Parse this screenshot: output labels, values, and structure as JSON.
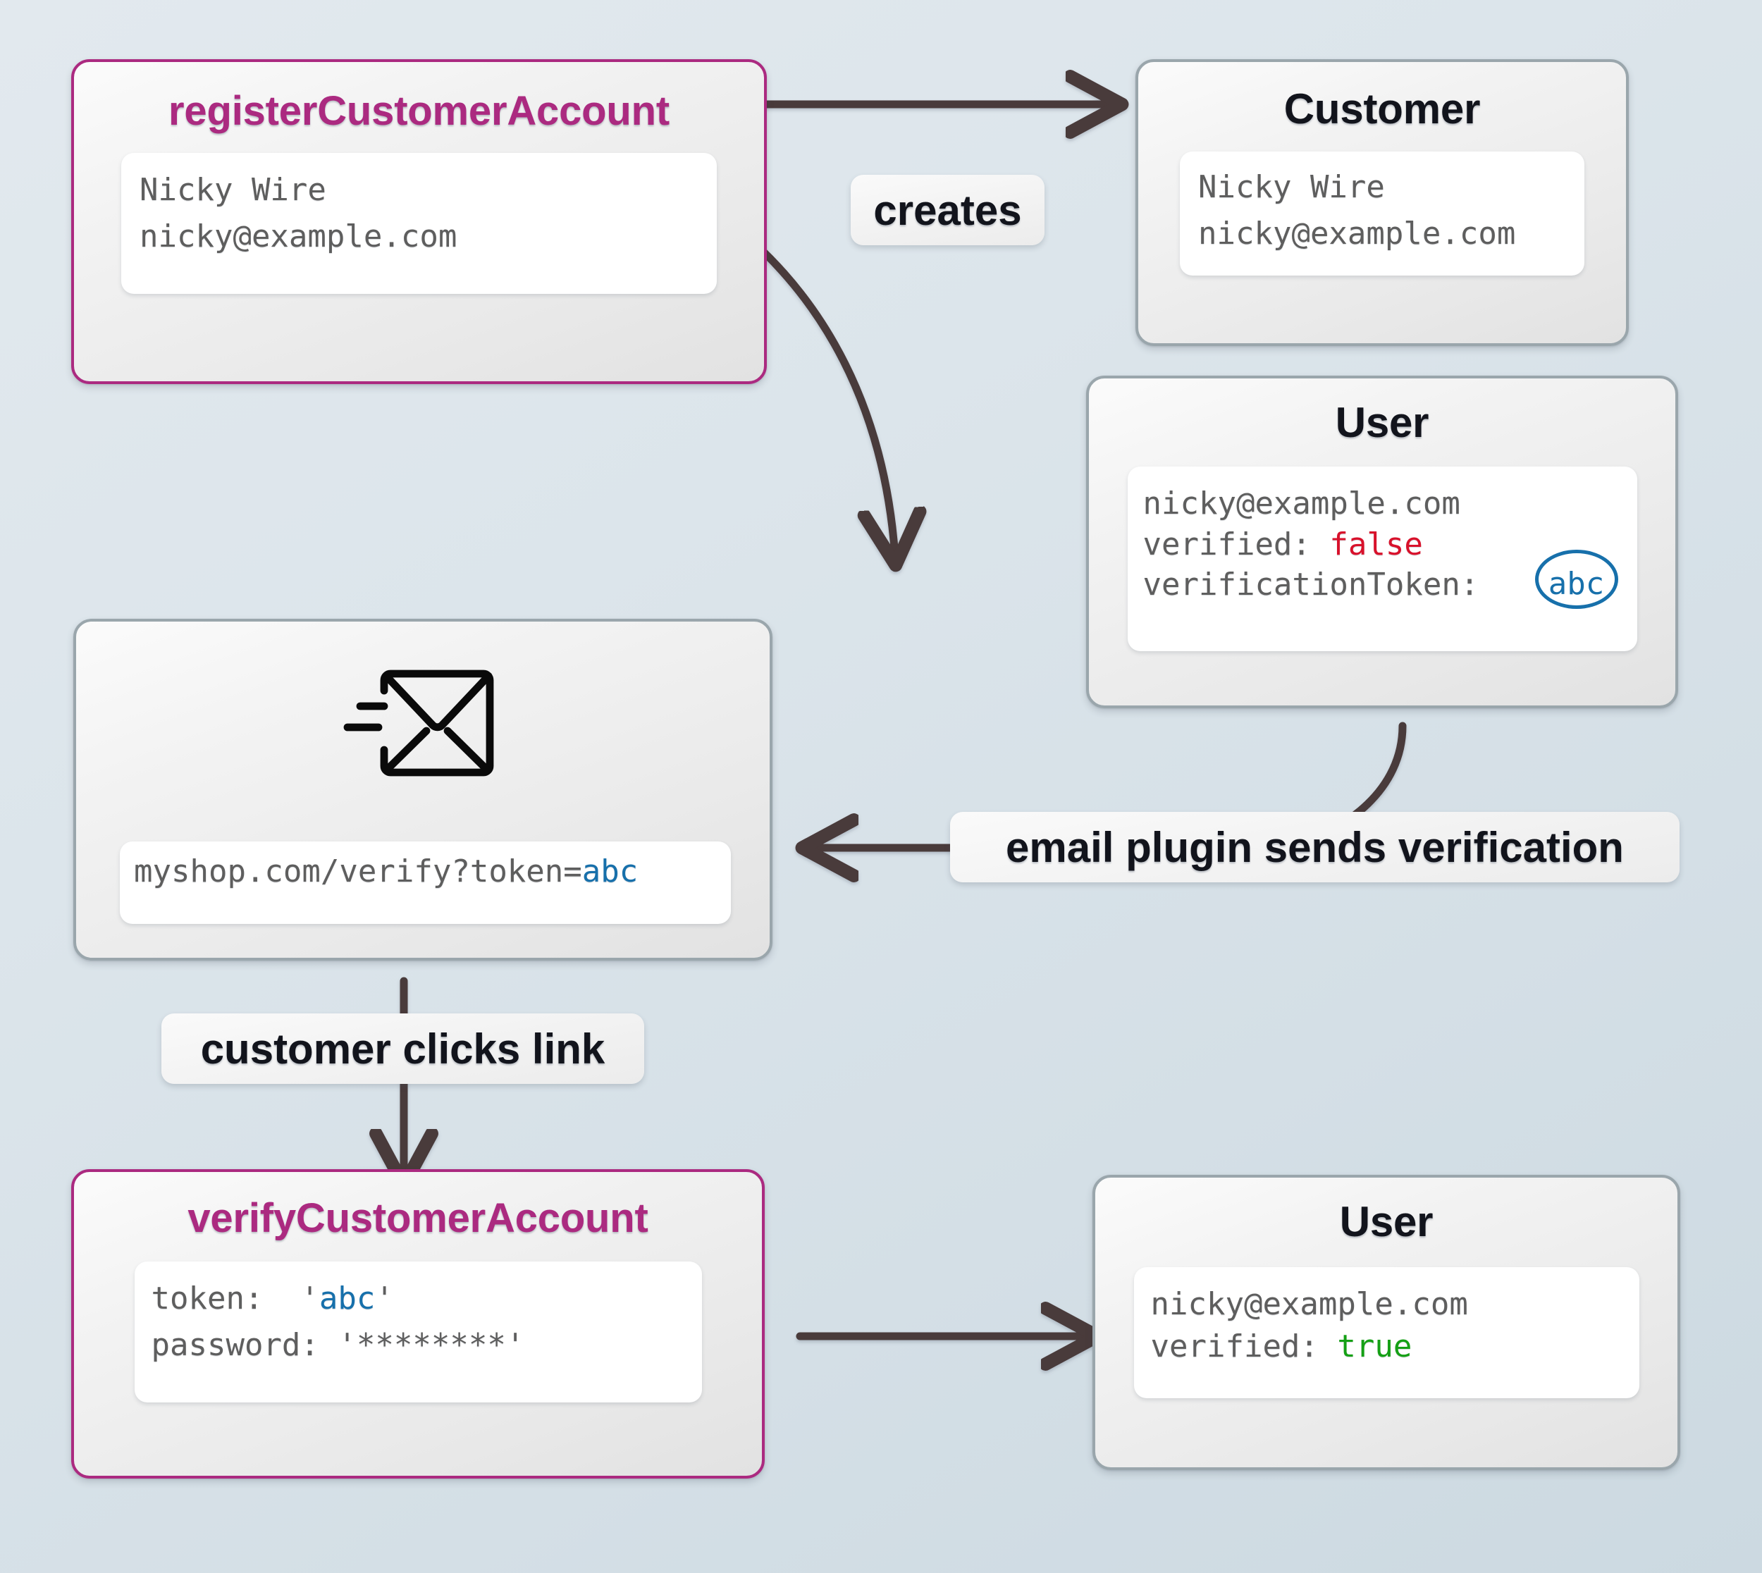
{
  "diagram": {
    "title": "customer account verification flow",
    "colors": {
      "accent_magenta": "#ab2a80",
      "node_border": "#9aa6ac",
      "edge": "#4a3a3a",
      "token_blue": "#1770ab",
      "false_red": "#d8112b",
      "true_green": "#15a015",
      "background_top": "#e2e9ee",
      "background_bottom": "#ccd9e1"
    }
  },
  "nodes": {
    "register": {
      "title": "registerCustomerAccount",
      "fields": [
        "Nicky Wire",
        "nicky@example.com"
      ]
    },
    "customer": {
      "title": "Customer",
      "fields": [
        "Nicky Wire",
        "nicky@example.com"
      ]
    },
    "user_unverified": {
      "title": "User",
      "line_email": "nicky@example.com",
      "line_verified_key": "verified: ",
      "line_verified_value": "false",
      "line_token_key": "verificationToken:",
      "line_token_value": "abc"
    },
    "email": {
      "icon": "send-mail-icon",
      "link_prefix": "myshop.com/verify?token=",
      "link_token": "abc"
    },
    "verify": {
      "title": "verifyCustomerAccount",
      "line_token_key": "token:  '",
      "line_token_value": "abc",
      "line_token_suffix": "'",
      "line_password": "password: '********'"
    },
    "user_verified": {
      "title": "User",
      "line_email": "nicky@example.com",
      "line_verified_key": "verified: ",
      "line_verified_value": "true"
    }
  },
  "edges": {
    "creates": "creates",
    "email_plugin": "email plugin sends verification",
    "clicks_link": "customer clicks link"
  }
}
